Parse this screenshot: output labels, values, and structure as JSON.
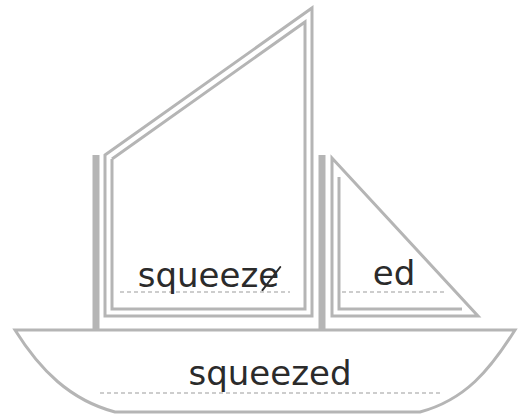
{
  "diagram": {
    "nodes": [
      {
        "text": [
          "squeeze"
        ]
      },
      {
        "text": [
          "ed"
        ]
      },
      {
        "text": [
          "squeezed"
        ]
      }
    ]
  }
}
